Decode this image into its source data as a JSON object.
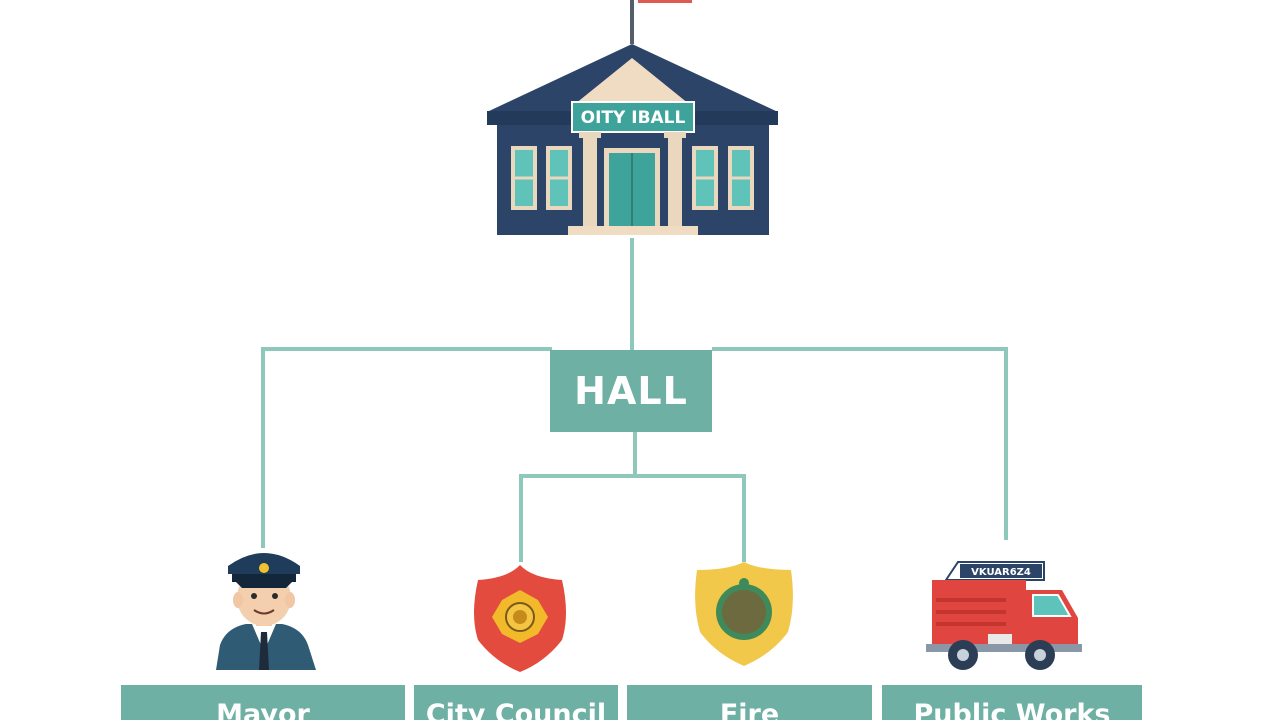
{
  "building": {
    "sign": "OITY IBALL"
  },
  "center_box": {
    "label": "HALL"
  },
  "departments": [
    {
      "label": "Mayor",
      "icon": "officer-icon"
    },
    {
      "label": "City Council",
      "icon": "red-shield-badge-icon"
    },
    {
      "label": "Fire",
      "icon": "gold-shield-badge-icon"
    },
    {
      "label": "Public Works",
      "icon": "fire-truck-icon"
    }
  ],
  "truck": {
    "sign": "VKUAR6Z4"
  },
  "colors": {
    "connector": "#8ec8bc",
    "box": "#6fb0a4",
    "building_navy": "#2c4468",
    "accent_teal": "#3ea39a",
    "truck_red": "#e04540"
  }
}
